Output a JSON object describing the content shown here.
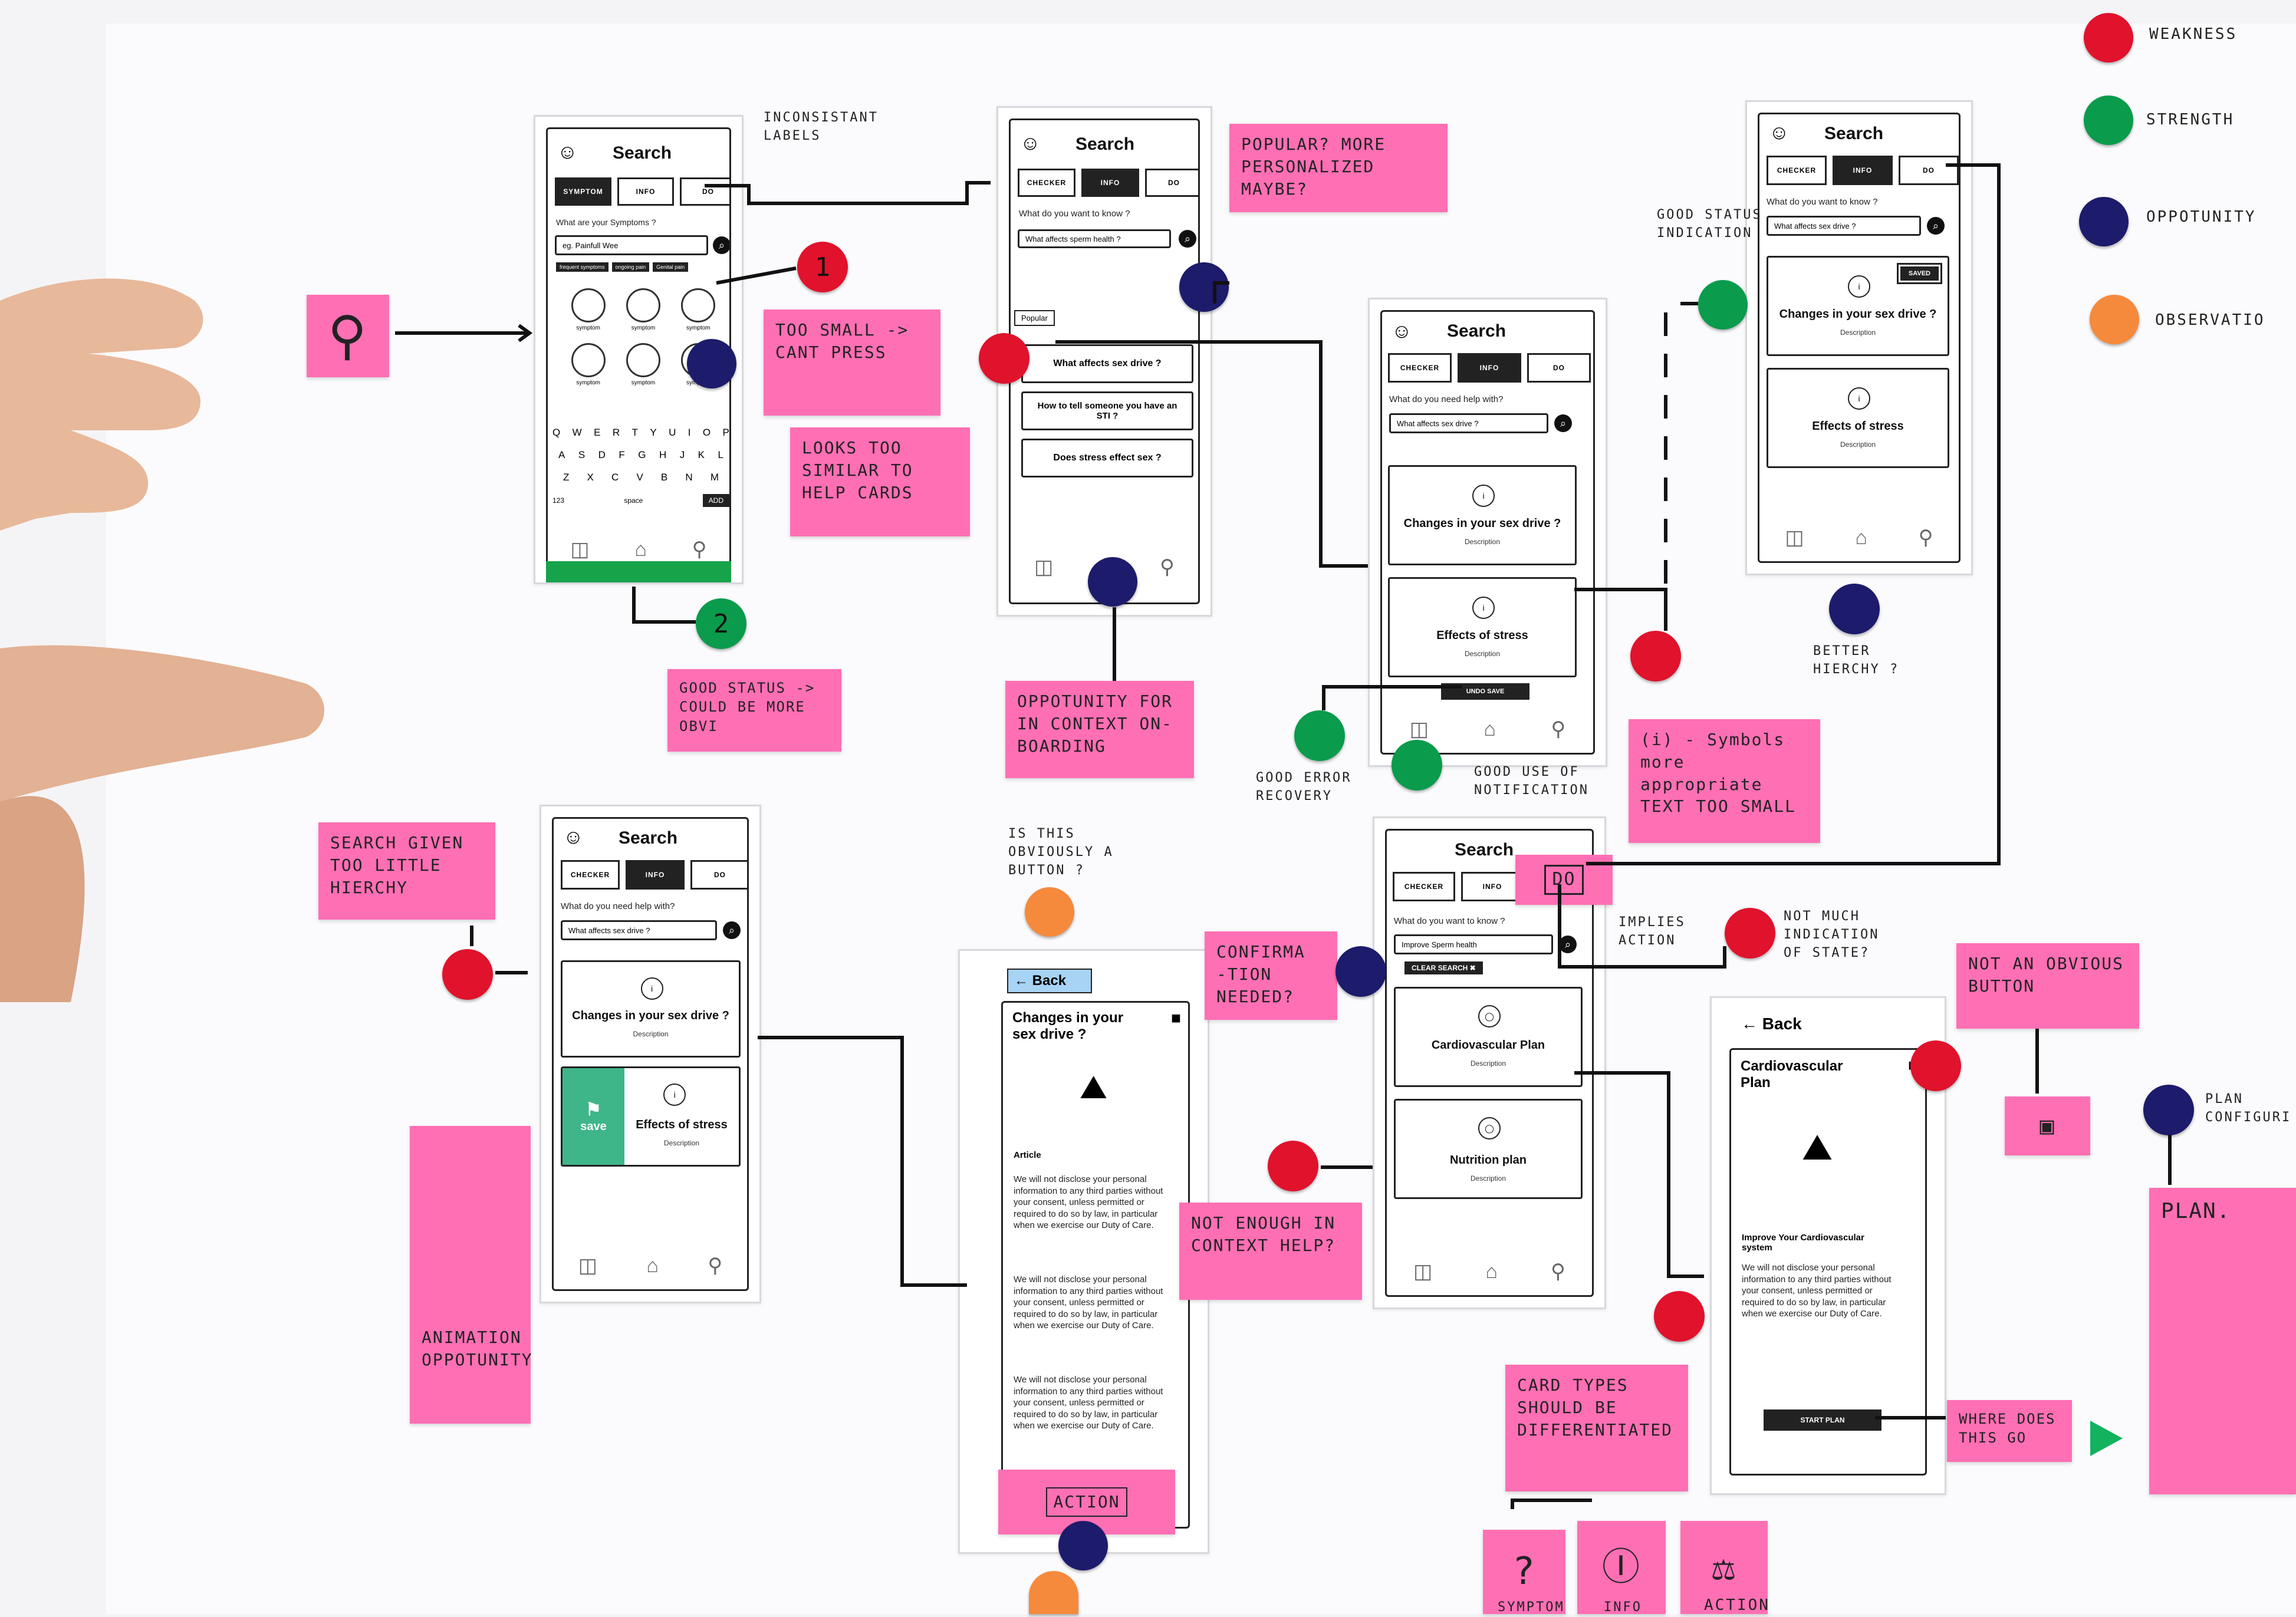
{
  "legend": [
    {
      "label": "WEAKNESS",
      "color": "#e0122c"
    },
    {
      "label": "STRENGTH",
      "color": "#0a9b4c"
    },
    {
      "label": "OPPOTUNITY",
      "color": "#1d1b6b"
    },
    {
      "label": "OBSERVATIO",
      "color": "#f58a3c"
    }
  ],
  "search_title": "Search",
  "back_label": "Back",
  "screen1": {
    "tabs": [
      "SYMPTOM",
      "INFO",
      "DO"
    ],
    "question": "What are your Symptoms ?",
    "placeholder": "eg. Painfull Wee",
    "chips": [
      "frequent symptoms",
      "ongoing pain",
      "Genital pain"
    ],
    "symptom_labels": [
      "symptom",
      "symptom",
      "symptom",
      "symptom",
      "symptom",
      "symptom"
    ],
    "kb_row1": [
      "Q",
      "W",
      "E",
      "R",
      "T",
      "Y",
      "U",
      "I",
      "O",
      "P"
    ],
    "kb_row2": [
      "A",
      "S",
      "D",
      "F",
      "G",
      "H",
      "J",
      "K",
      "L"
    ],
    "kb_row3": [
      "Z",
      "X",
      "C",
      "V",
      "B",
      "N",
      "M"
    ],
    "kb_num": "123",
    "kb_space": "space",
    "kb_add": "ADD"
  },
  "screen2": {
    "tabs": [
      "CHECKER",
      "INFO",
      "DO"
    ],
    "question": "What do you want to know ?",
    "placeholder": "What affects sperm health ?",
    "popular": "Popular",
    "items": [
      "What affects sex drive ?",
      "How to tell someone you have an STI ?",
      "Does stress effect sex ?"
    ]
  },
  "screen3": {
    "tabs": [
      "CHECKER",
      "INFO",
      "DO"
    ],
    "question": "What do you need help with?",
    "placeholder": "What affects sex drive ?",
    "cards": [
      "Changes in your sex drive ?",
      "Effects of stress"
    ],
    "desc": "Description",
    "undo": "UNDO SAVE"
  },
  "screen4": {
    "tabs": [
      "CHECKER",
      "INFO",
      "DO"
    ],
    "question": "What do you want to know ?",
    "placeholder": "What affects sex drive ?",
    "saved": "SAVED",
    "cards": [
      "Changes in your sex drive ?",
      "Effects of stress"
    ],
    "desc": "Description"
  },
  "screen5": {
    "tabs": [
      "CHECKER",
      "INFO",
      "DO"
    ],
    "question": "What do you need help with?",
    "placeholder": "What affects sex drive ?",
    "cards": [
      "Changes in your sex drive ?",
      "Effects of stress"
    ],
    "desc": "Description",
    "save": "save"
  },
  "screen6": {
    "title": "Changes in your sex drive ?",
    "article_label": "Article",
    "body": "We will not disclose your personal information to any third parties without your consent, unless permitted or required to do so by law, in particular when we exercise our Duty of Care."
  },
  "screen7": {
    "tabs": [
      "CHECKER",
      "INFO",
      "DO"
    ],
    "question": "What do you want to know ?",
    "placeholder": "Improve Sperm health",
    "clear": "CLEAR SEARCH",
    "cards": [
      "Cardiovascular Plan",
      "Nutrition plan"
    ],
    "desc": "Description"
  },
  "screen8": {
    "title": "Cardiovascular Plan",
    "subtitle": "Improve Your Cardiovascular system",
    "body": "We will not disclose your personal information to any third parties without your consent, unless permitted or required to do so by law, in particular when we exercise our Duty of Care.",
    "start": "START PLAN"
  },
  "stickies": {
    "too_small": "TOO SMALL -> CANT PRESS",
    "looks_similar": "LOOKS TOO SIMILAR TO HELP CARDS",
    "good_status": "GOOD STATUS -> COULD BE MORE OBVI",
    "popular": "POPULAR? MORE PERSONALIZED MAYBE?",
    "opportunity": "OPPOTUNITY FOR IN CONTEXT ON-BOARDING",
    "symbols": "(i) - Symbols more appropriate TEXT TOO SMALL",
    "search_hierarchy": "SEARCH GIVEN TOO LITTLE HIERCHY",
    "animation": "ANIMATION OPPOTUNITY",
    "confirmation": "CONFIRMA -TION NEEDED?",
    "not_enough": "NOT ENOUGH IN CONTEXT HELP?",
    "not_obvious": "NOT AN OBVIOUS BUTTON",
    "card_types": "CARD TYPES SHOULD BE DIFFERENTIATED",
    "where_go": "WHERE DOES THIS GO",
    "action": "ACTION",
    "plan": "PLAN."
  },
  "notes": {
    "inconsistant": "INCONSISTANT LABELS",
    "good_status_ind": "GOOD STATUS INDICATION",
    "better_hierchy": "BETTER HIERCHY ?",
    "good_error": "GOOD ERROR RECOVERY",
    "good_use": "GOOD USE OF NOTIFICATION",
    "is_this": "IS THIS OBVIOUSLY A BUTTON ?",
    "implies": "IMPLIES ACTION",
    "not_much": "NOT MUCH INDICATION OF STATE?",
    "plan_config": "PLAN CONFIGURI",
    "symptom": "SYMPTOM",
    "info": "INFO",
    "action": "ACTION"
  },
  "numbers": {
    "one": "1",
    "two": "2"
  }
}
